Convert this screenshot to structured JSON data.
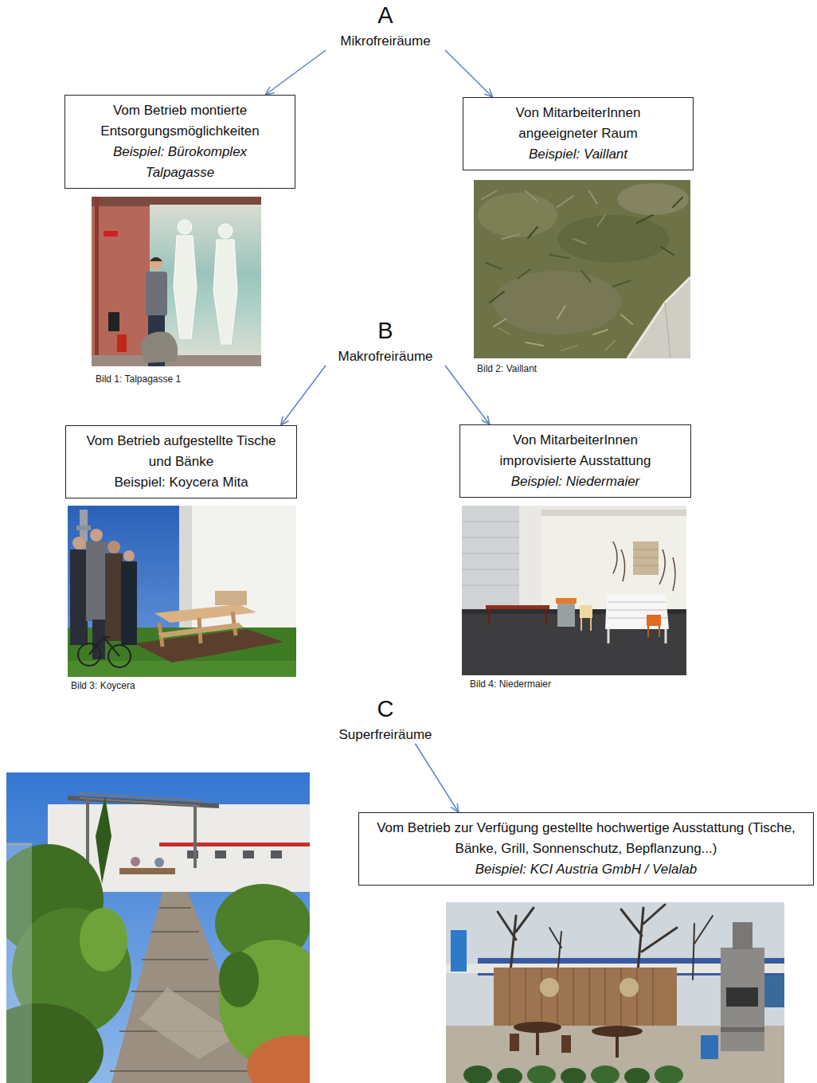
{
  "diagram": {
    "nodes": [
      {
        "text": [
          "A",
          "Mikrofreiräume"
        ]
      },
      {
        "text": [
          "Vom Betrieb montierte Entsorgungsmöglichkeiten",
          "Beispiel: Bürokomplex Talpagasse"
        ]
      },
      {
        "text": [
          "Von MitarbeiterInnen angeeigneter Raum",
          "Beispiel: Vaillant"
        ]
      },
      {
        "text": [
          "B",
          "Makrofreiräume"
        ]
      },
      {
        "text": [
          "Vom Betrieb aufgestellte Tische und Bänke",
          "Beispiel: Koycera Mita"
        ]
      },
      {
        "text": [
          "Von MitarbeiterInnen improvisierte Ausstattung",
          "Beispiel: Niedermaier"
        ]
      },
      {
        "text": [
          "C",
          "Superfreiräume"
        ]
      },
      {
        "text": [
          "Vom Betrieb zur Verfügung gestellte hochwertige Ausstattung (Tische, Bänke, Grill, Sonnenschutz, Bepflanzung...)",
          "Beispiel: KCI Austria GmbH / Velalab"
        ]
      }
    ],
    "edges": [
      {
        "from": 0,
        "to": 1,
        "arrow": "to"
      },
      {
        "from": 0,
        "to": 2,
        "arrow": "to"
      },
      {
        "from": 3,
        "to": 4,
        "arrow": "to"
      },
      {
        "from": 3,
        "to": 5,
        "arrow": "to"
      },
      {
        "from": 6,
        "to": 7,
        "arrow": "to"
      }
    ],
    "labels": [
      "Bild 1: Talpagasse 1",
      "Bild 2: Vaillant",
      "Bild 3: Koycera",
      "Bild 4: Niedermaier"
    ]
  }
}
